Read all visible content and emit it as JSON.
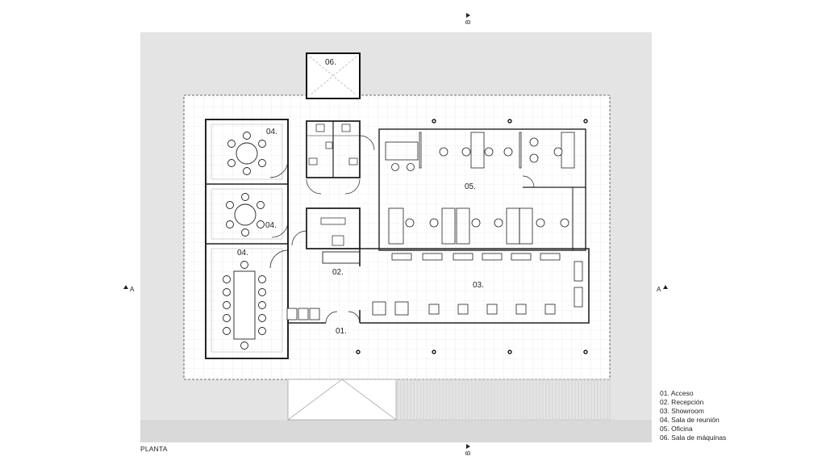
{
  "drawing": {
    "title": "PLANTA",
    "section_marks": {
      "a_left": "A",
      "a_right": "A",
      "b_top": "B",
      "b_bottom": "B"
    },
    "rooms": [
      {
        "id": "room-01",
        "label": "01."
      },
      {
        "id": "room-02",
        "label": "02."
      },
      {
        "id": "room-03",
        "label": "03."
      },
      {
        "id": "room-04a",
        "label": "04."
      },
      {
        "id": "room-04b",
        "label": "04."
      },
      {
        "id": "room-04c",
        "label": "04."
      },
      {
        "id": "room-05",
        "label": "05."
      },
      {
        "id": "room-06",
        "label": "06."
      }
    ],
    "legend": [
      "01. Acceso",
      "02. Recepción",
      "03. Showroom",
      "04. Sala de reunión",
      "05. Oficina",
      "06. Sala de máquinas"
    ],
    "colors": {
      "site": "#e4e4e4",
      "ground_strip": "#d9d9d9",
      "line": "#222222",
      "grid": "#e2e2e2"
    }
  }
}
